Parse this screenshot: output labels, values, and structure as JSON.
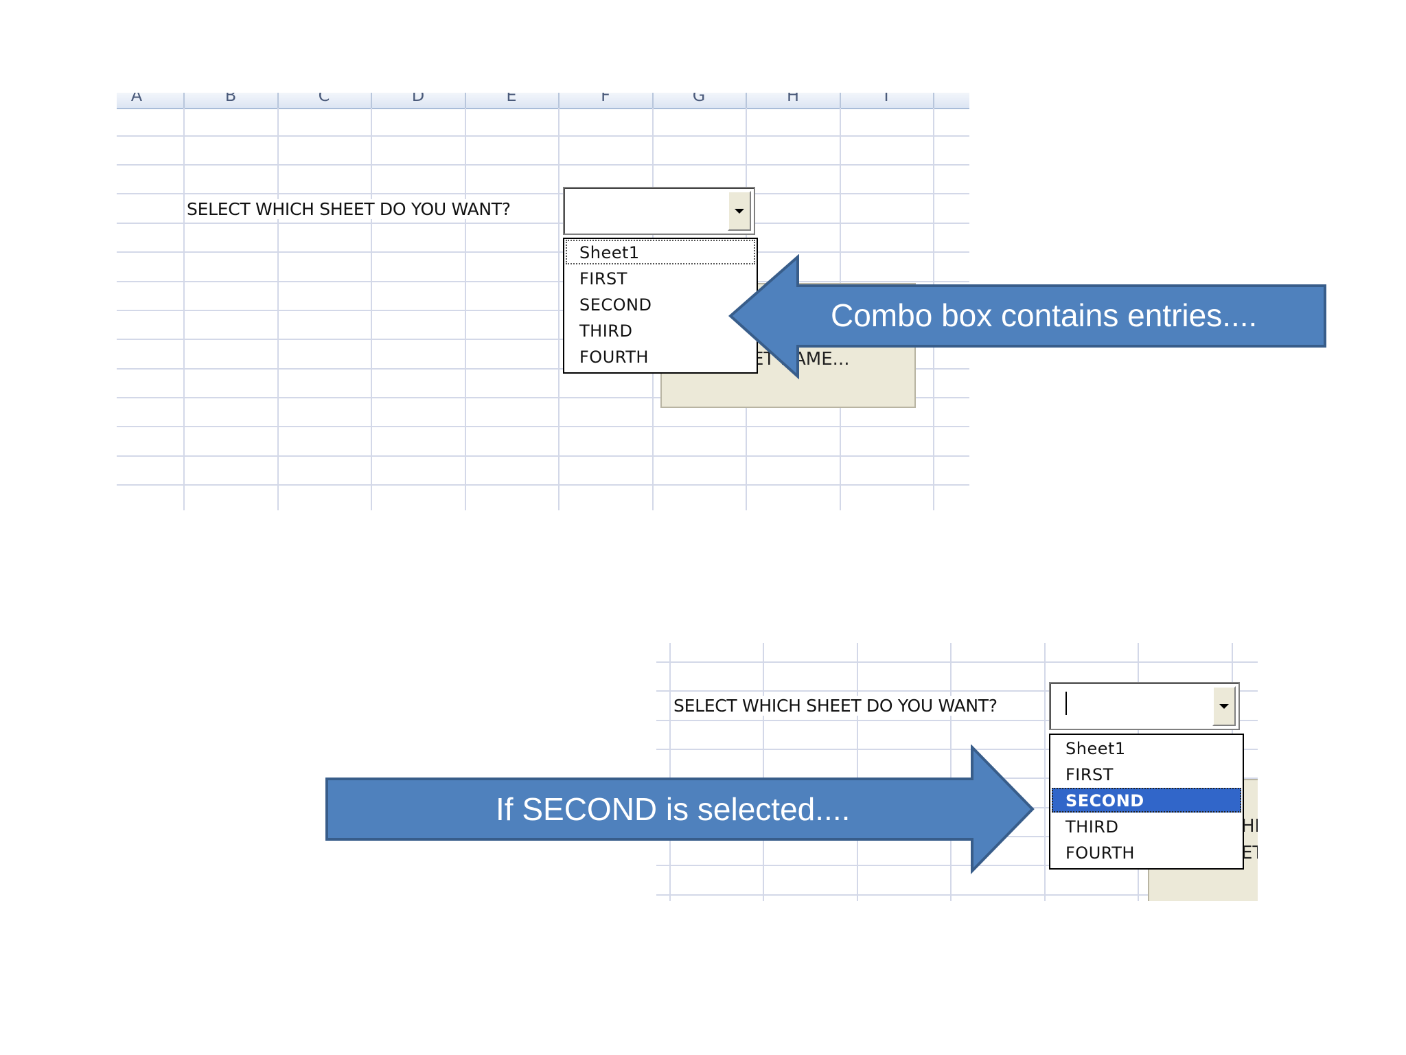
{
  "top_panel": {
    "columns": [
      "A",
      "B",
      "C",
      "D",
      "E",
      "F",
      "G",
      "H",
      "I"
    ],
    "prompt": "SELECT WHICH SHEET DO YOU WANT?",
    "combo_value": "",
    "list_items": [
      "Sheet1",
      "FIRST",
      "SECOND",
      "THIRD",
      "FOURTH"
    ],
    "focused_item": "Sheet1",
    "button_partial_text": "ET NAME...",
    "callout": "Combo box contains entries...."
  },
  "bottom_panel": {
    "prompt": "SELECT WHICH SHEET DO YOU WANT?",
    "combo_value": "",
    "list_items": [
      "Sheet1",
      "FIRST",
      "SECOND",
      "THIRD",
      "FOURTH"
    ],
    "selected_item": "SECOND",
    "button_partial_line1": "HE",
    "button_partial_line2": "ET",
    "callout": "If SECOND is selected...."
  },
  "colors": {
    "gridline": "#d3d8e8",
    "callout_fill": "#4f81bd",
    "callout_border": "#385d8a",
    "selection": "#3166c9",
    "button_face": "#ece9d8"
  }
}
